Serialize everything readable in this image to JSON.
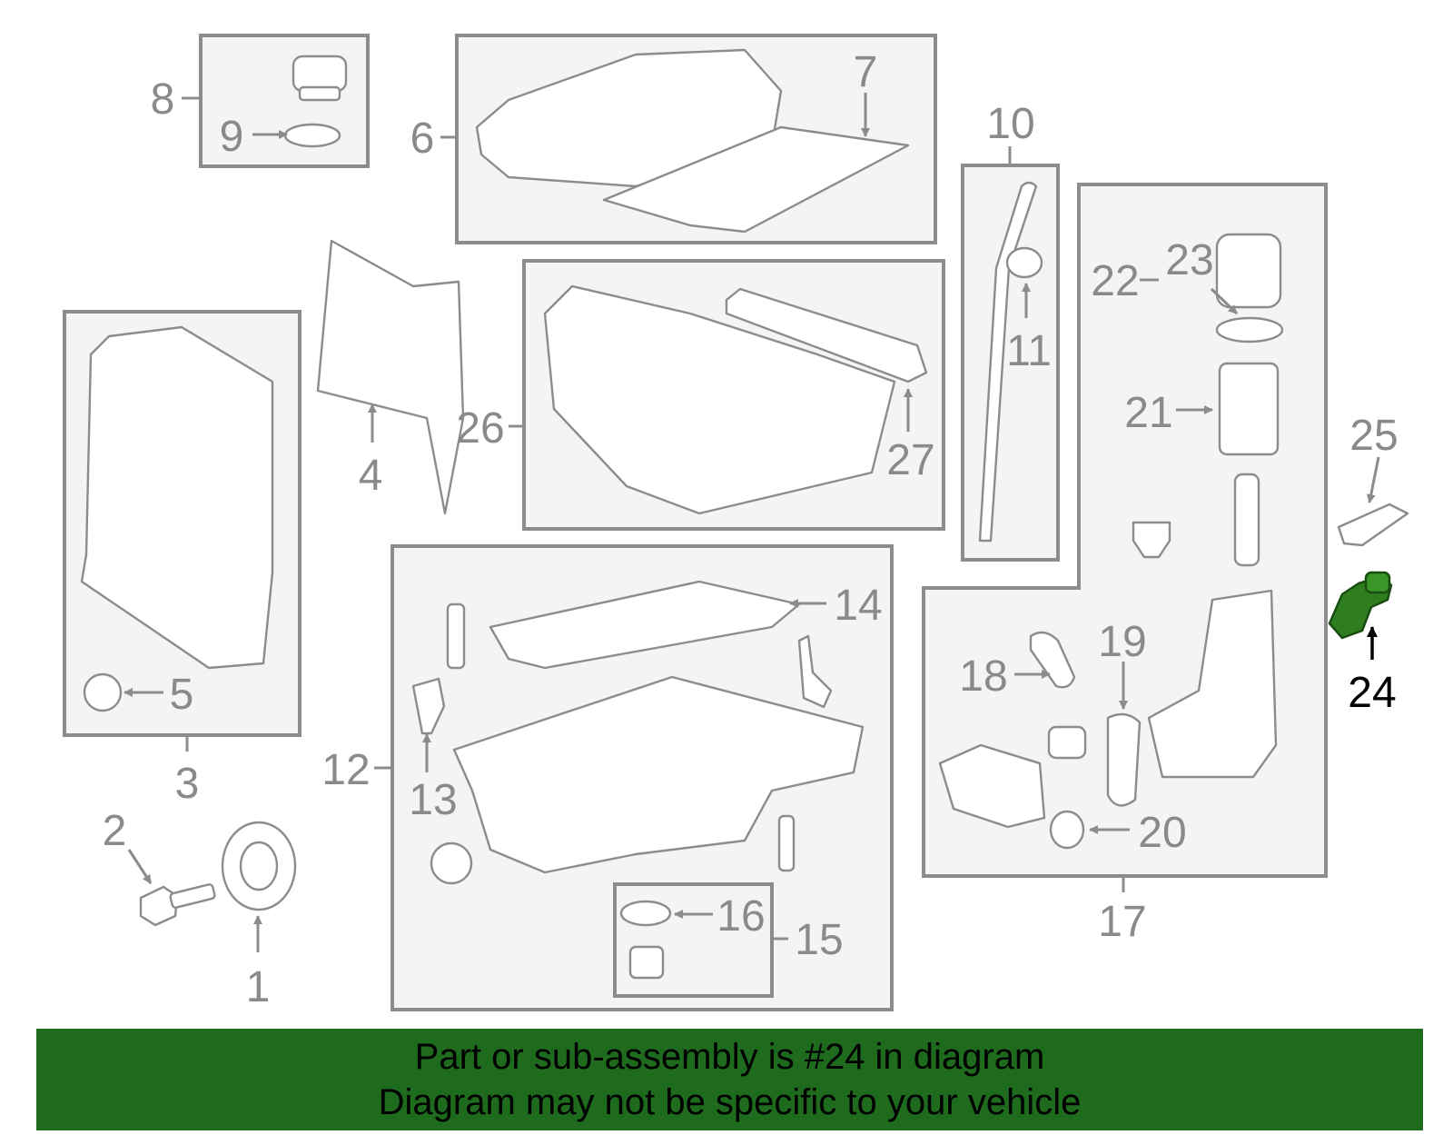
{
  "diagram": {
    "highlight_color": "#2e7d1f",
    "callouts": [
      "1",
      "2",
      "3",
      "4",
      "5",
      "6",
      "7",
      "8",
      "9",
      "10",
      "11",
      "12",
      "13",
      "14",
      "15",
      "16",
      "17",
      "18",
      "19",
      "20",
      "21",
      "22",
      "23",
      "24",
      "25",
      "26",
      "27"
    ],
    "highlighted_part": "24"
  },
  "banner": {
    "line1": "Part or sub-assembly is #24 in diagram",
    "line2": "Diagram may not be specific to your vehicle",
    "background": "#1e6b1e"
  }
}
